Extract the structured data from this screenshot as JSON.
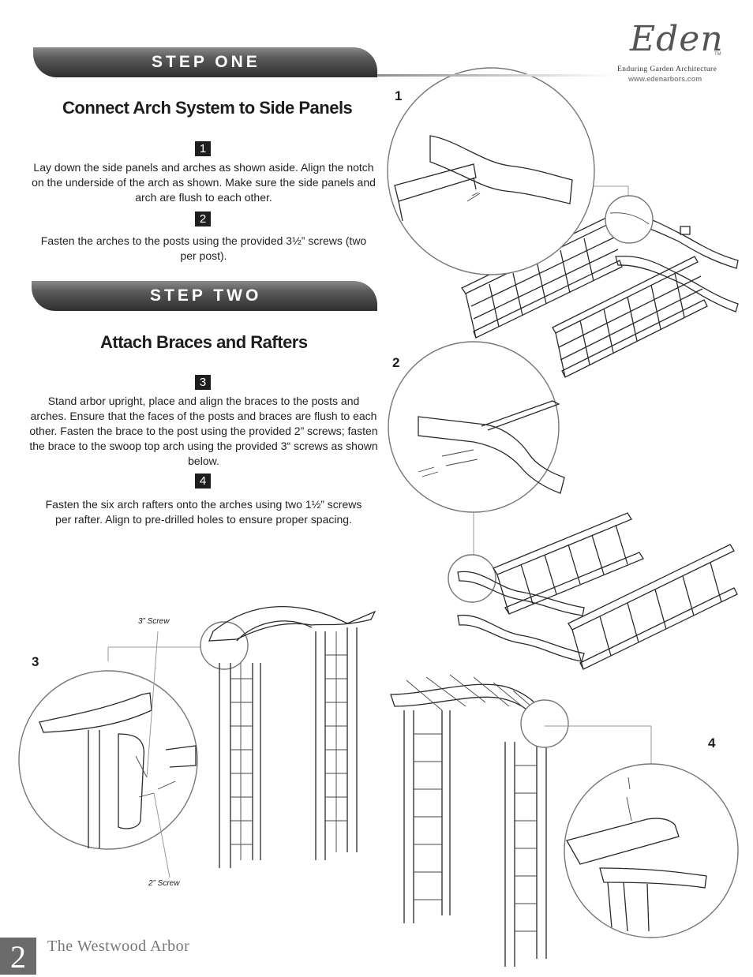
{
  "logo": {
    "brand": "Eden",
    "tm": "TM",
    "tagline": "Enduring Garden Architecture",
    "url": "www.edenarbors.com"
  },
  "step_one": {
    "banner": "STEP ONE",
    "heading": "Connect Arch System to Side Panels",
    "items": [
      {
        "num": "1",
        "text": "Lay down the side panels and arches as shown aside. Align the notch on the underside of the arch as shown. Make sure the side panels and arch are flush to each other."
      },
      {
        "num": "2",
        "text": "Fasten the arches to the posts using the provided 3½” screws (two per post)."
      }
    ]
  },
  "step_two": {
    "banner": "STEP TWO",
    "heading": "Attach Braces and Rafters",
    "items": [
      {
        "num": "3",
        "text": "Stand arbor upright, place and align the braces to the posts and arches. Ensure that the faces of the posts and braces are flush to each other.  Fasten the brace to the post using the provided 2” screws; fasten the brace to the swoop top arch using the provided 3“ screws as shown below."
      },
      {
        "num": "4",
        "text": "Fasten the six arch rafters onto the arches using two 1½” screws per rafter. Align to pre-drilled holes to ensure proper spacing."
      }
    ]
  },
  "figures": {
    "fig1": "1",
    "fig2": "2",
    "fig3": "3",
    "fig4": "4",
    "callout_3in": "3” Screw",
    "callout_2in": "2” Screw"
  },
  "footer": {
    "page_number": "2",
    "title": "The Westwood Arbor"
  }
}
